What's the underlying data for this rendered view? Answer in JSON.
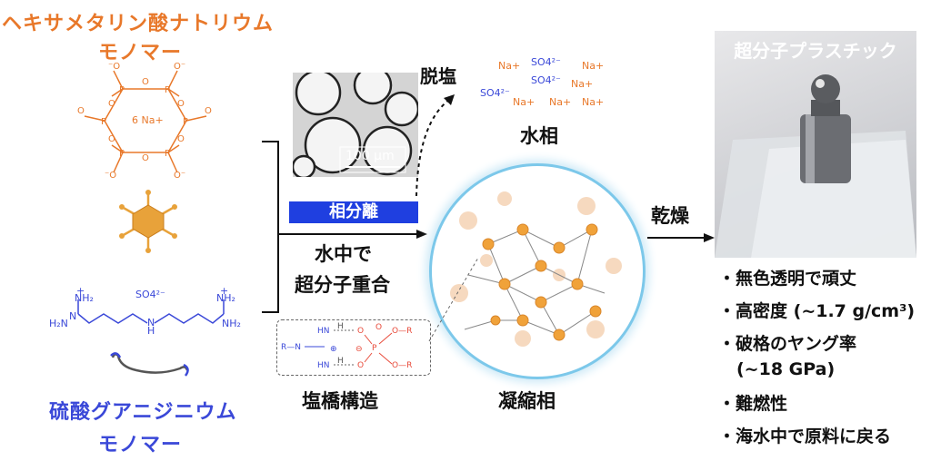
{
  "left": {
    "sodium_title_line1": "ヘキサメタリン酸ナトリウム",
    "sodium_title_line2": "モノマー",
    "sodium_ring_label": "6 Na+",
    "guanidinium_title_line1": "硫酸グアニジニウム",
    "guanidinium_title_line2": "モノマー",
    "so4_label": "SO4²⁻"
  },
  "middle": {
    "scale_bar": "100 μm",
    "phase_separation": "相分離",
    "desalting": "脱塩",
    "water_phase": "水相",
    "polymerization_line1": "水中で",
    "polymerization_line2": "超分子重合",
    "salt_bridge": "塩橋構造",
    "condensed_phase": "凝縮相",
    "ions": {
      "na": "Na+",
      "so4": "SO4²⁻"
    }
  },
  "right": {
    "drying": "乾燥",
    "photo_title": "超分子プラスチック",
    "bullets": [
      "無色透明で頑丈",
      "高密度 (~1.7 g/cm³)",
      "破格のヤング率",
      "(~18 GPa)",
      "難燃性",
      "海水中で原料に戻る"
    ]
  },
  "colors": {
    "orange": "#e8782a",
    "blue": "#3a48d8",
    "banner_blue": "#1f3fe0"
  }
}
